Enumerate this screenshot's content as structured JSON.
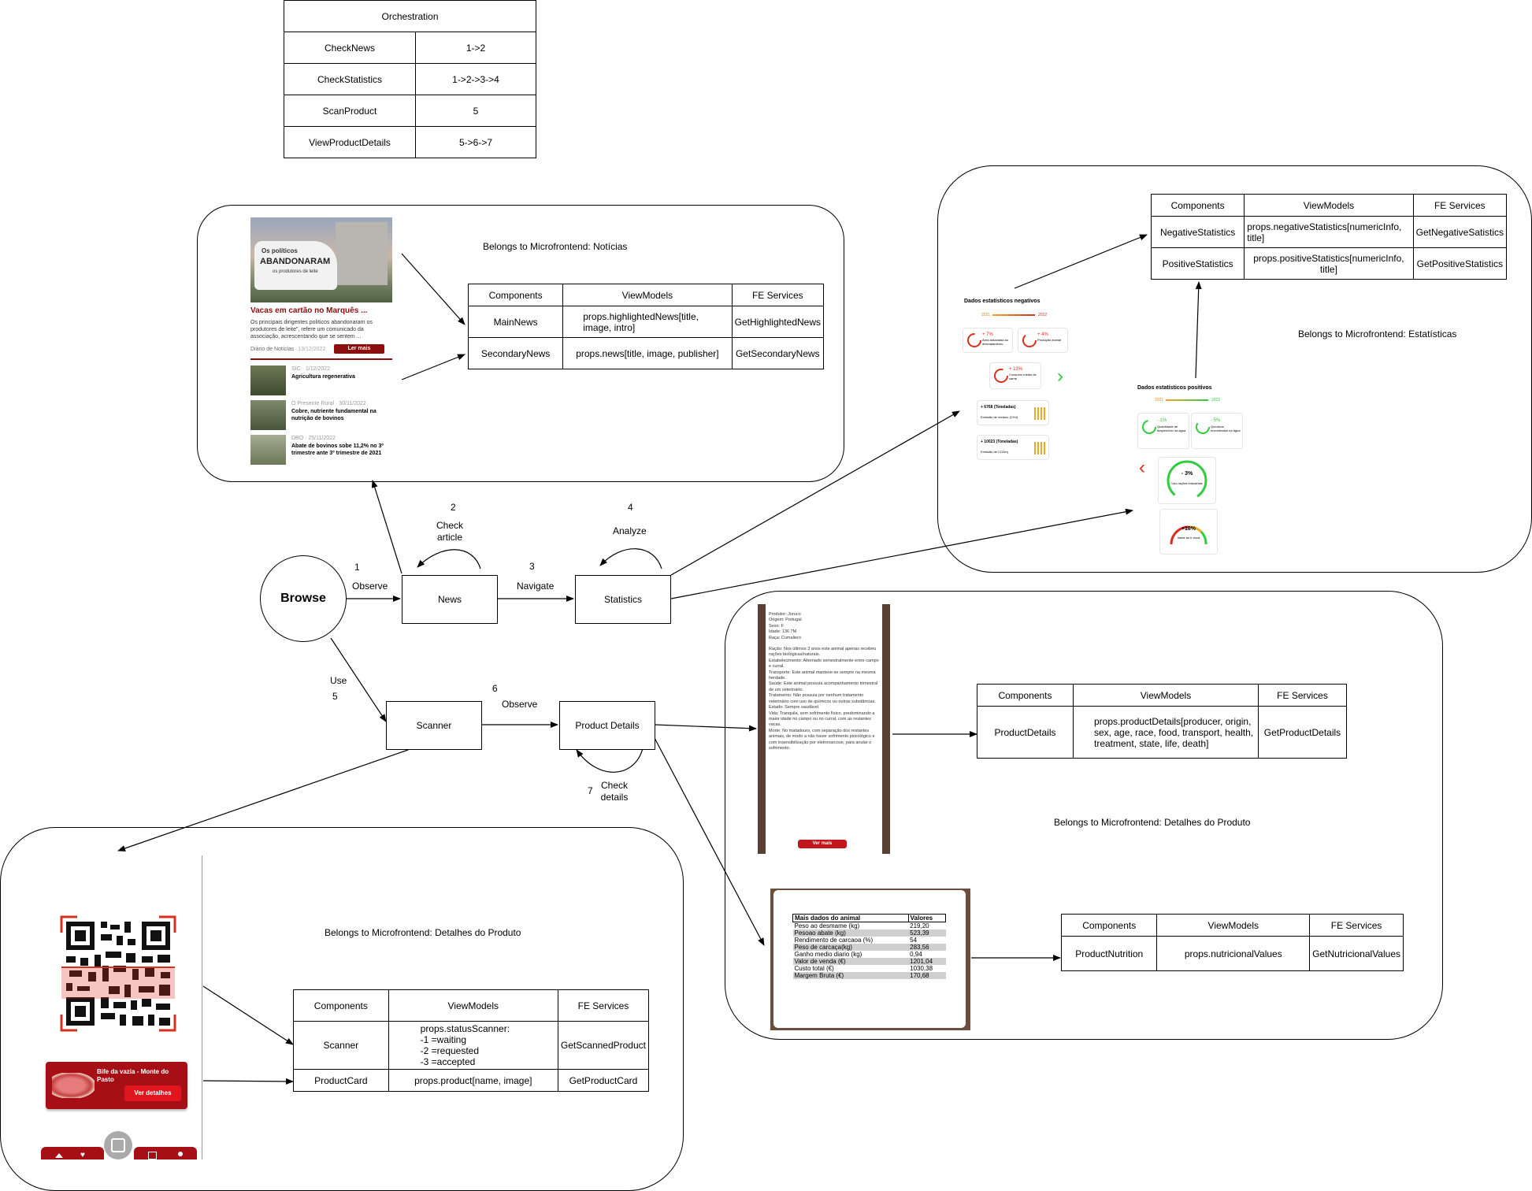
{
  "orchestration": {
    "title": "Orchestration",
    "rows": [
      {
        "flow": "CheckNews",
        "path": "1->2"
      },
      {
        "flow": "CheckStatistics",
        "path": "1->2->3->4"
      },
      {
        "flow": "ScanProduct",
        "path": "5"
      },
      {
        "flow": "ViewProductDetails",
        "path": "5->6->7"
      }
    ]
  },
  "nodes": {
    "browse": "Browse",
    "news": "News",
    "statistics": "Statistics",
    "scanner": "Scanner",
    "product_details": "Product Details"
  },
  "edges": {
    "observe_num": "1",
    "observe": "Observe",
    "check_article_num": "2",
    "check_article": "Check article",
    "navigate_num": "3",
    "navigate": "Navigate",
    "analyze_num": "4",
    "analyze": "Analyze",
    "use": "Use",
    "use_num": "5",
    "observe2_num": "6",
    "observe2": "Observe",
    "check_details_num": "7",
    "check_details": "Check details"
  },
  "table_headers": {
    "components": "Components",
    "viewmodels": "ViewModels",
    "services": "FE Services",
    "viewmodels_alt": "ViewModels"
  },
  "noticias": {
    "belongs": "Belongs to Microfrontend: Notícias",
    "rows": [
      {
        "component": "MainNews",
        "viewmodel": "props.highlightedNews[title, image, intro]",
        "service": "GetHighlightedNews"
      },
      {
        "component": "SecondaryNews",
        "viewmodel": "props.news[title, image, publisher]",
        "service": "GetSecondaryNews"
      }
    ],
    "mock": {
      "sign_line1": "Os políticos",
      "sign_line2": "ABANDONARAM",
      "sign_line3": "os produtores de leite",
      "headline": "Vacas em cartão no Marquês ...",
      "intro": "Os principais dirigentes políticos abandonaram os produtores de leite\", refere um comunicado da associação, acrescentando que se sentem ...",
      "source": "Diário de Notícias",
      "date": "· 13/12/2022",
      "button": "Ler mais",
      "items": [
        {
          "meta": "SIC · 1/12/2022",
          "title": "Agricultura regenerativa"
        },
        {
          "meta": "O Presente Rural · 30/11/2022",
          "title": "Cobre, nutriente fundamental na nutrição de bovinos"
        },
        {
          "meta": "DBO · 25/11/2022",
          "title": "Abate de bovinos sobe 11,2% no 3º trimestre ante 3º trimestre de 2021"
        }
      ]
    }
  },
  "estatisticas": {
    "belongs": "Belongs to Microfrontend: Estatísticas",
    "rows": [
      {
        "component": "NegativeStatistics",
        "viewmodel": "props.negativeStatistics[numericInfo, title]",
        "service": "GetNegativeSatistics"
      },
      {
        "component": "PositiveStatistics",
        "viewmodel": "props.positiveStatistics[numericInfo, title]",
        "service": "GetPositiveStatistics"
      }
    ],
    "neg": {
      "title": "Dados estatísticos negativos",
      "year_a": "2021",
      "year_b": "2022",
      "c1_val": "+ 7%",
      "c1_lbl": "Área associada ao desmatamento",
      "c2_val": "+ 4%",
      "c2_lbl": "Produção animal",
      "c3_val": "+ 13%",
      "c3_lbl": "Consumo médio de carne",
      "b1_val": "+ 6768 (Toneladas)",
      "b1_lbl": "Emissão de metano (CH4)",
      "b2_val": "+ 10023 (Toneladas)",
      "b2_lbl": "Emissão de CO2eq"
    },
    "pos": {
      "title": "Dados estatísticos positivos",
      "year_a": "2021",
      "year_b": "2022",
      "c1_val": "- 1%",
      "c1_lbl": "Quantidade de desperdício na água",
      "c2_val": "- 5%",
      "c2_lbl": "Químicos encontrados na água",
      "g1_val": "- 3%",
      "g1_lbl": "Uso rações industriais",
      "g2_val": "+18%",
      "g2_lbl": "Idade ao ir boca"
    }
  },
  "detalhes": {
    "belongs": "Belongs to Microfrontend: Detalhes do Produto",
    "details_row": {
      "component": "ProductDetails",
      "viewmodel": "props.productDetails[producer, origin, sex, age, race, food, transport, health, treatment, state, life, death]",
      "service": "GetProductDetails"
    },
    "nutrition_row": {
      "component": "ProductNutrition",
      "viewmodel": "props.nutricionalValues",
      "service": "GetNutricionalValues"
    },
    "details_mock": {
      "lines": [
        "Produtor: Joruco",
        "Origem: Portugal",
        "Sexo: F",
        "Idade: 136 7M",
        "Raça: Cumaliero",
        "",
        "Ração: Nos últimos 3 anos este animal apenas recebeu rações biológicas/naturais.",
        "Estabelecimento: Alternado semestralmente entre campo e curral.",
        "Transporte: Este animal manteve-se sempre na mesma herdade.",
        "Saúde: Este animal possuía acompanhamento trimestral de um veterinário.",
        "Tratamento: Não possuia por nenhum tratamento veterinário com uso de químicos ou outras substâncias.",
        "Estado: Sempre saudável.",
        "Vida: Tranquila, sem sofrimento físico, predominando a maior idade no campo ou no curral, com as restantes vacas.",
        "Morte: No matadouro, com separação dos restantes animais, de modo a não haver sofrimento psicológico e com insensibilização por eletronarcose, para anular o sofrimento."
      ],
      "button": "Ver mais"
    },
    "nutrition_mock": {
      "col1": "Mais dados do animal",
      "col2": "Valores",
      "rows": [
        [
          "Peso ao desmame (kg)",
          "219,20"
        ],
        [
          "Pesoao abate (kg)",
          "523,39"
        ],
        [
          "Rendimento de carcaoa (%)",
          "54"
        ],
        [
          "Peso de carcaça(kg)",
          "283,56"
        ],
        [
          "Ganho medio diario (kg)",
          "0,94"
        ],
        [
          "Valor de venda (€)",
          "1201,04"
        ],
        [
          "Custo total (€)",
          "1030,38"
        ],
        [
          "Margem Bruta (€)",
          "170,68"
        ]
      ]
    }
  },
  "scanner_section": {
    "belongs": "Belongs to Microfrontend: Detalhes do Produto",
    "scanner_row": {
      "component": "Scanner",
      "viewmodel_lines": [
        "props.statusScanner:",
        "-1 =waiting",
        "-2 =requested",
        "-3 =accepted"
      ],
      "service": "GetScannedProduct"
    },
    "card_row": {
      "component": "ProductCard",
      "viewmodel": "props.product[name, image]",
      "service": "GetProductCard"
    },
    "card": {
      "title": "Bife da vazia - Monte do Pasto",
      "button": "Ver detalhes"
    }
  },
  "colors": {
    "brand_red": "#a50f15",
    "negative": "#d7301f",
    "positive": "#2ecc40",
    "line": "#000000"
  }
}
